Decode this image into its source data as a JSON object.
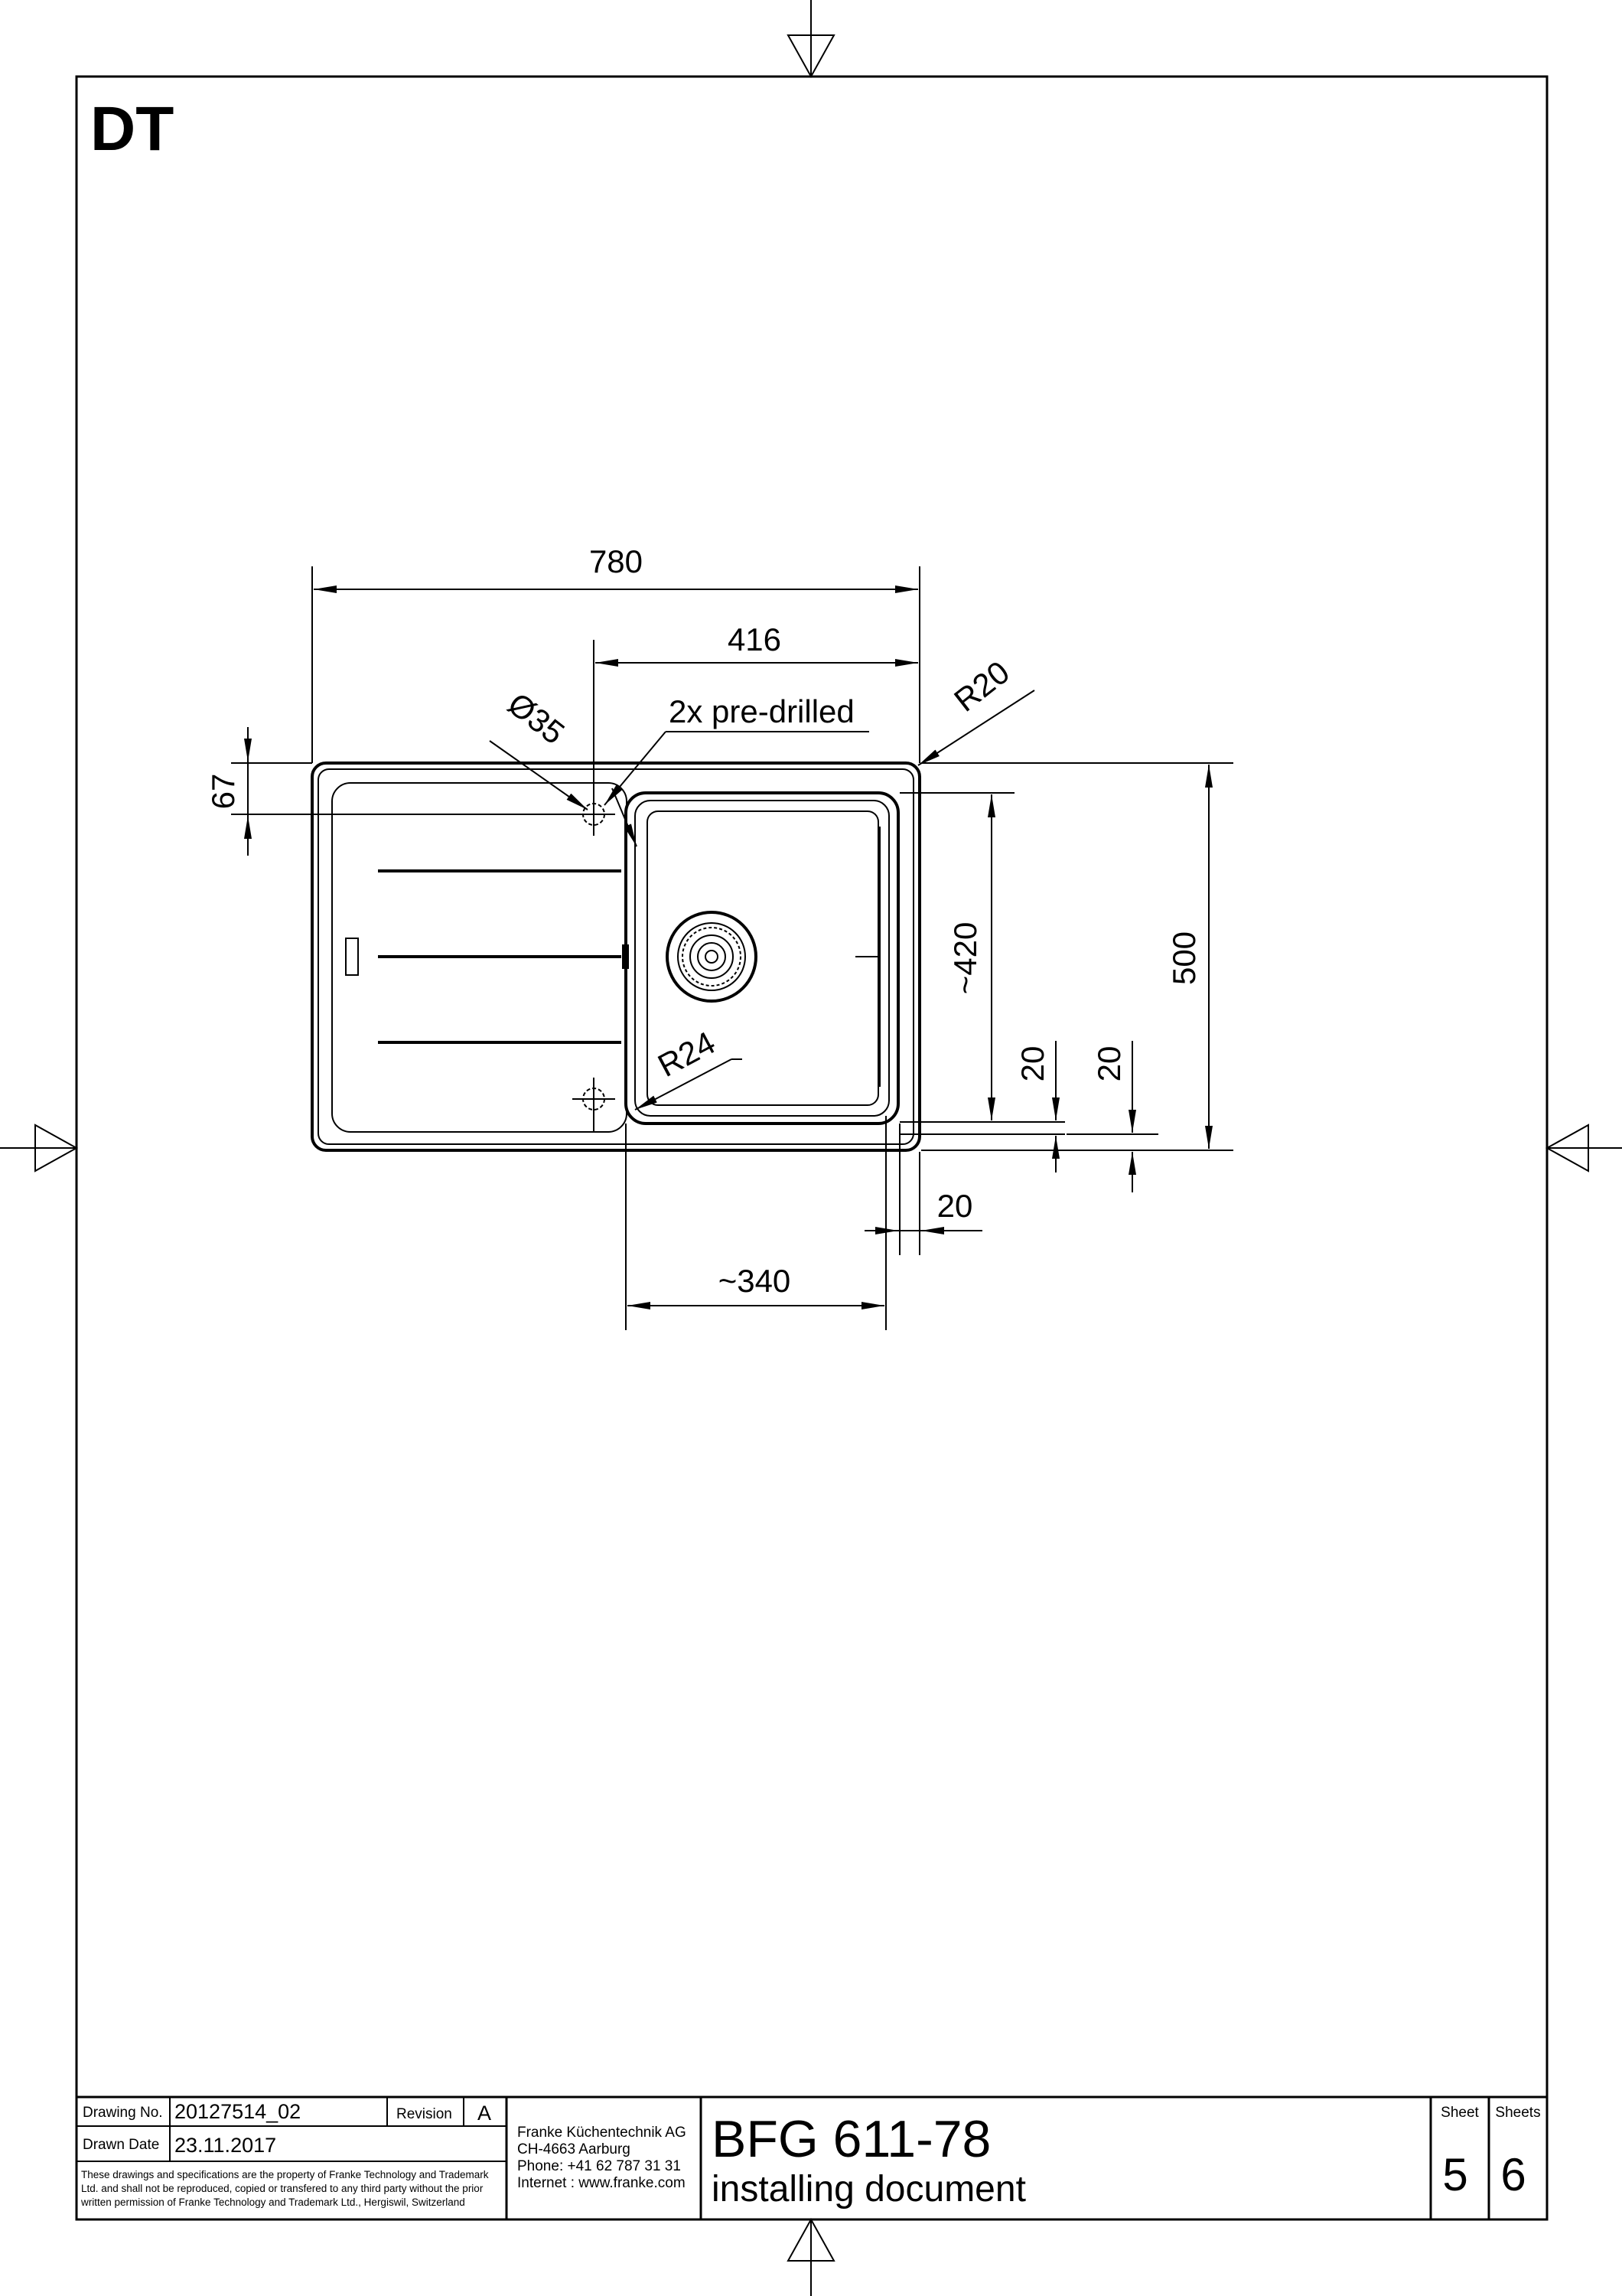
{
  "drawing": {
    "corner_mark": "DT",
    "dimensions": {
      "overall_width": "780",
      "bowl_offset": "416",
      "corner_radius": "R20",
      "hole_diameter": "Ø35",
      "predrilled_note": "2x pre-drilled",
      "hole_offset": "67",
      "bowl_depth": "~420",
      "overall_depth": "500",
      "bowl_radius": "R24",
      "margin_a": "20",
      "margin_b": "20",
      "margin_c": "20",
      "bowl_width": "~340"
    }
  },
  "title_block": {
    "drawing_no_label": "Drawing No.",
    "drawing_no": "20127514_02",
    "revision_label": "Revision",
    "revision": "A",
    "drawn_date_label": "Drawn Date",
    "drawn_date": "23.11.2017",
    "disclaimer_1": "These drawings and specifications are the property of Franke Technology and Trademark",
    "disclaimer_2": "Ltd. and shall not be reproduced, copied or transfered to any third party without the prior",
    "disclaimer_3": "written permission of Franke Technology and Trademark Ltd., Hergiswil, Switzerland",
    "company": "Franke Küchentechnik AG",
    "city": "CH-4663 Aarburg",
    "phone": "Phone:  +41 62 787 31 31",
    "internet": "Internet :  www.franke.com",
    "model": "BFG 611-78",
    "doc_type": "installing document",
    "sheet_label": "Sheet",
    "sheets_label": "Sheets",
    "sheet": "5",
    "sheets": "6"
  }
}
